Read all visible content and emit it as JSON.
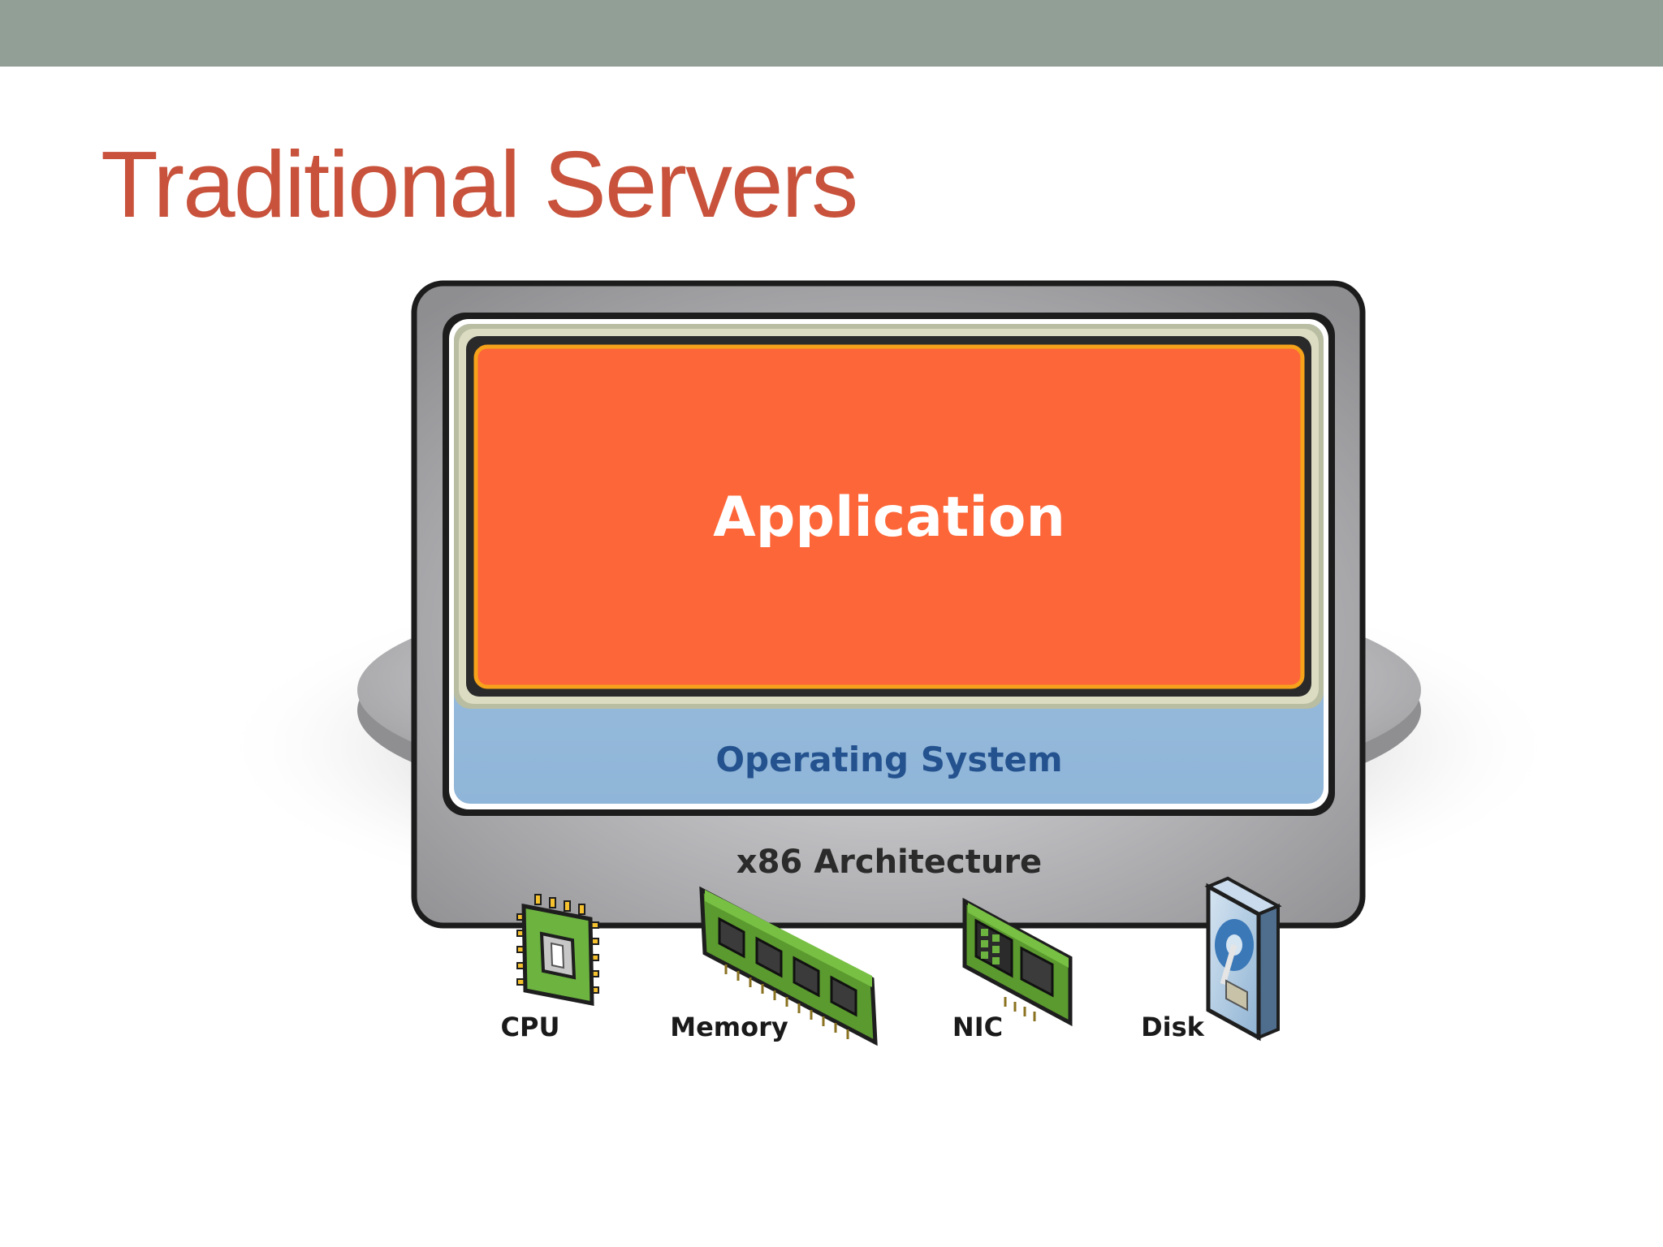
{
  "slide": {
    "title": "Traditional Servers"
  },
  "diagram": {
    "layers": {
      "application": "Application",
      "operating_system": "Operating System",
      "architecture": "x86 Architecture"
    },
    "hardware": {
      "cpu": "CPU",
      "memory": "Memory",
      "nic": "NIC",
      "disk": "Disk"
    },
    "colors": {
      "header_bar": "#919f96",
      "title": "#c8523b",
      "application": "#fd6638",
      "application_border": "#f7a21b",
      "operating_system": "#97bbda",
      "os_text": "#24528f",
      "frame": "#9c9c9e",
      "chip_green": "#6cb33f"
    }
  }
}
